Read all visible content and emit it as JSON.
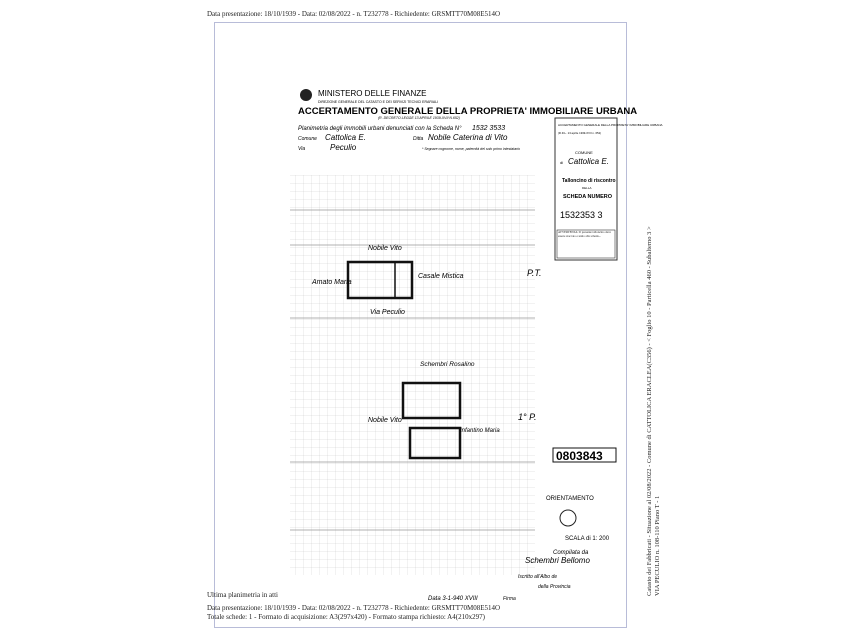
{
  "header": "Data presentazione: 18/10/1939 - Data: 02/08/2022 - n. T232778 - Richiedente: GRSMTT70M08E514O",
  "form": {
    "ministry": "MINISTERO DELLE FINANZE",
    "direction": "DIREZIONE GENERALE DEL CATASTO E DEI SERVIZI TECNICI ERARIALI",
    "title": "ACCERTAMENTO GENERALE DELLA PROPRIETA' IMMOBILIARE URBANA",
    "decree": "(R. DECRETO LEGGE 13 APRILE 1939-XVII N.652)",
    "plan_line": "Planimetria degli immobili urbani denunciati con la Scheda N°",
    "scheda_hand": "1532 3533",
    "comune_label": "Comune",
    "comune_hand": "Cattolica E.",
    "ditta_label": "Ditta",
    "ditta_hand": "Nobile Caterina di Vito",
    "via_label": "Via",
    "via_hand": "Peculio",
    "note": "* Segnare cognome, nome, paternità del solo primo intestatario"
  },
  "stub": {
    "title": "ACCERTAMENTO GENERALE DELLA PROPRIETA' IMMOBILIARE URBANA",
    "decree": "(R.D.L. 13 aprile 1939-XVII n. 652)",
    "comune": "COMUNE",
    "di": "di",
    "comune_hand": "Cattolica E.",
    "talloncino": "Talloncino di riscontro",
    "della": "DELLA",
    "scheda": "SCHEDA NUMERO",
    "numero": "1532353 3",
    "avvertenza": "AVVERTENZA: Il presente talloncino deve essere staccato e unito alla scheda..."
  },
  "plan": {
    "labels": [
      "Nobile Vito",
      "Amato Maria",
      "Casale Mistica",
      "Via Peculio",
      "P.T.",
      "Schembri Rosalino",
      "Nobile Vito",
      "Infantino Maria",
      "1° P."
    ],
    "stamp": "0803843",
    "orientamento": "ORIENTAMENTO",
    "scala": "SCALA di 1: 200",
    "compilata": "Compilata da",
    "compilatore": "Schembri Bellomo",
    "iscritto": "Iscritto all'Albo de",
    "provincia": "della Provincia",
    "data_firma": "Data 3-1-940 XVIII",
    "firma": "Firma"
  },
  "footer": {
    "ultima": "Ultima planimetria in atti",
    "line1": "Data presentazione: 18/10/1939 - Data: 02/08/2022 - n. T232778 - Richiedente: GRSMTT70M08E514O",
    "line2": "Totale schede: 1 - Formato di acquisizione: A3(297x420) - Formato stampa richiesto: A4(210x297)"
  },
  "side": {
    "line1": "Catasto dei Fabbricati - Situazione al 02/08/2022 - Comune di CATTOLICA ERACLEA(C356) - < Foglio 10 - Particella 460 - Subalterno 3 >",
    "line2": "VIA PECULIO n. 108-110 Piano T - 1"
  }
}
